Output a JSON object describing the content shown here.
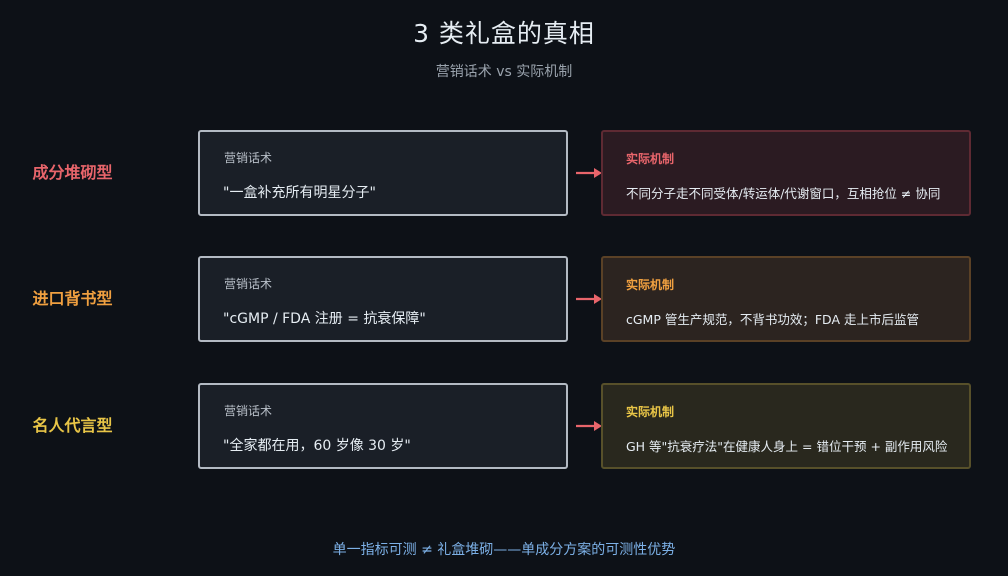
{
  "header": {
    "title": "3 类礼盒的真相",
    "subtitle": "营销话术 vs 实际机制"
  },
  "rows": [
    {
      "label": "成分堆砌型",
      "label_color": "#e8656b",
      "claim_tag": "营销话术",
      "claim_text": "\"一盒补充所有明星分子\"",
      "mech_tag": "实际机制",
      "mech_text": "不同分子走不同受体/转运体/代谢窗口，互相抢位 ≠ 协同",
      "mech_color": "#e8656b",
      "mech_bg": "#2b1b22",
      "mech_border": "#5e2a33"
    },
    {
      "label": "进口背书型",
      "label_color": "#f0a040",
      "claim_tag": "营销话术",
      "claim_text": "\"cGMP / FDA 注册 = 抗衰保障\"",
      "mech_tag": "实际机制",
      "mech_text": "cGMP 管生产规范，不背书功效；FDA 走上市后监管",
      "mech_color": "#f0a040",
      "mech_bg": "#2c2420",
      "mech_border": "#5a4126"
    },
    {
      "label": "名人代言型",
      "label_color": "#e8c547",
      "claim_tag": "营销话术",
      "claim_text": "\"全家都在用，60 岁像 30 岁\"",
      "mech_tag": "实际机制",
      "mech_text": "GH 等\"抗衰疗法\"在健康人身上 = 错位干预 + 副作用风险",
      "mech_color": "#e8c547",
      "mech_bg": "#29281e",
      "mech_border": "#57502a"
    }
  ],
  "arrow_color": "#e8656b",
  "footer": {
    "text": "单一指标可测 ≠ 礼盒堆砌——单成分方案的可测性优势"
  }
}
